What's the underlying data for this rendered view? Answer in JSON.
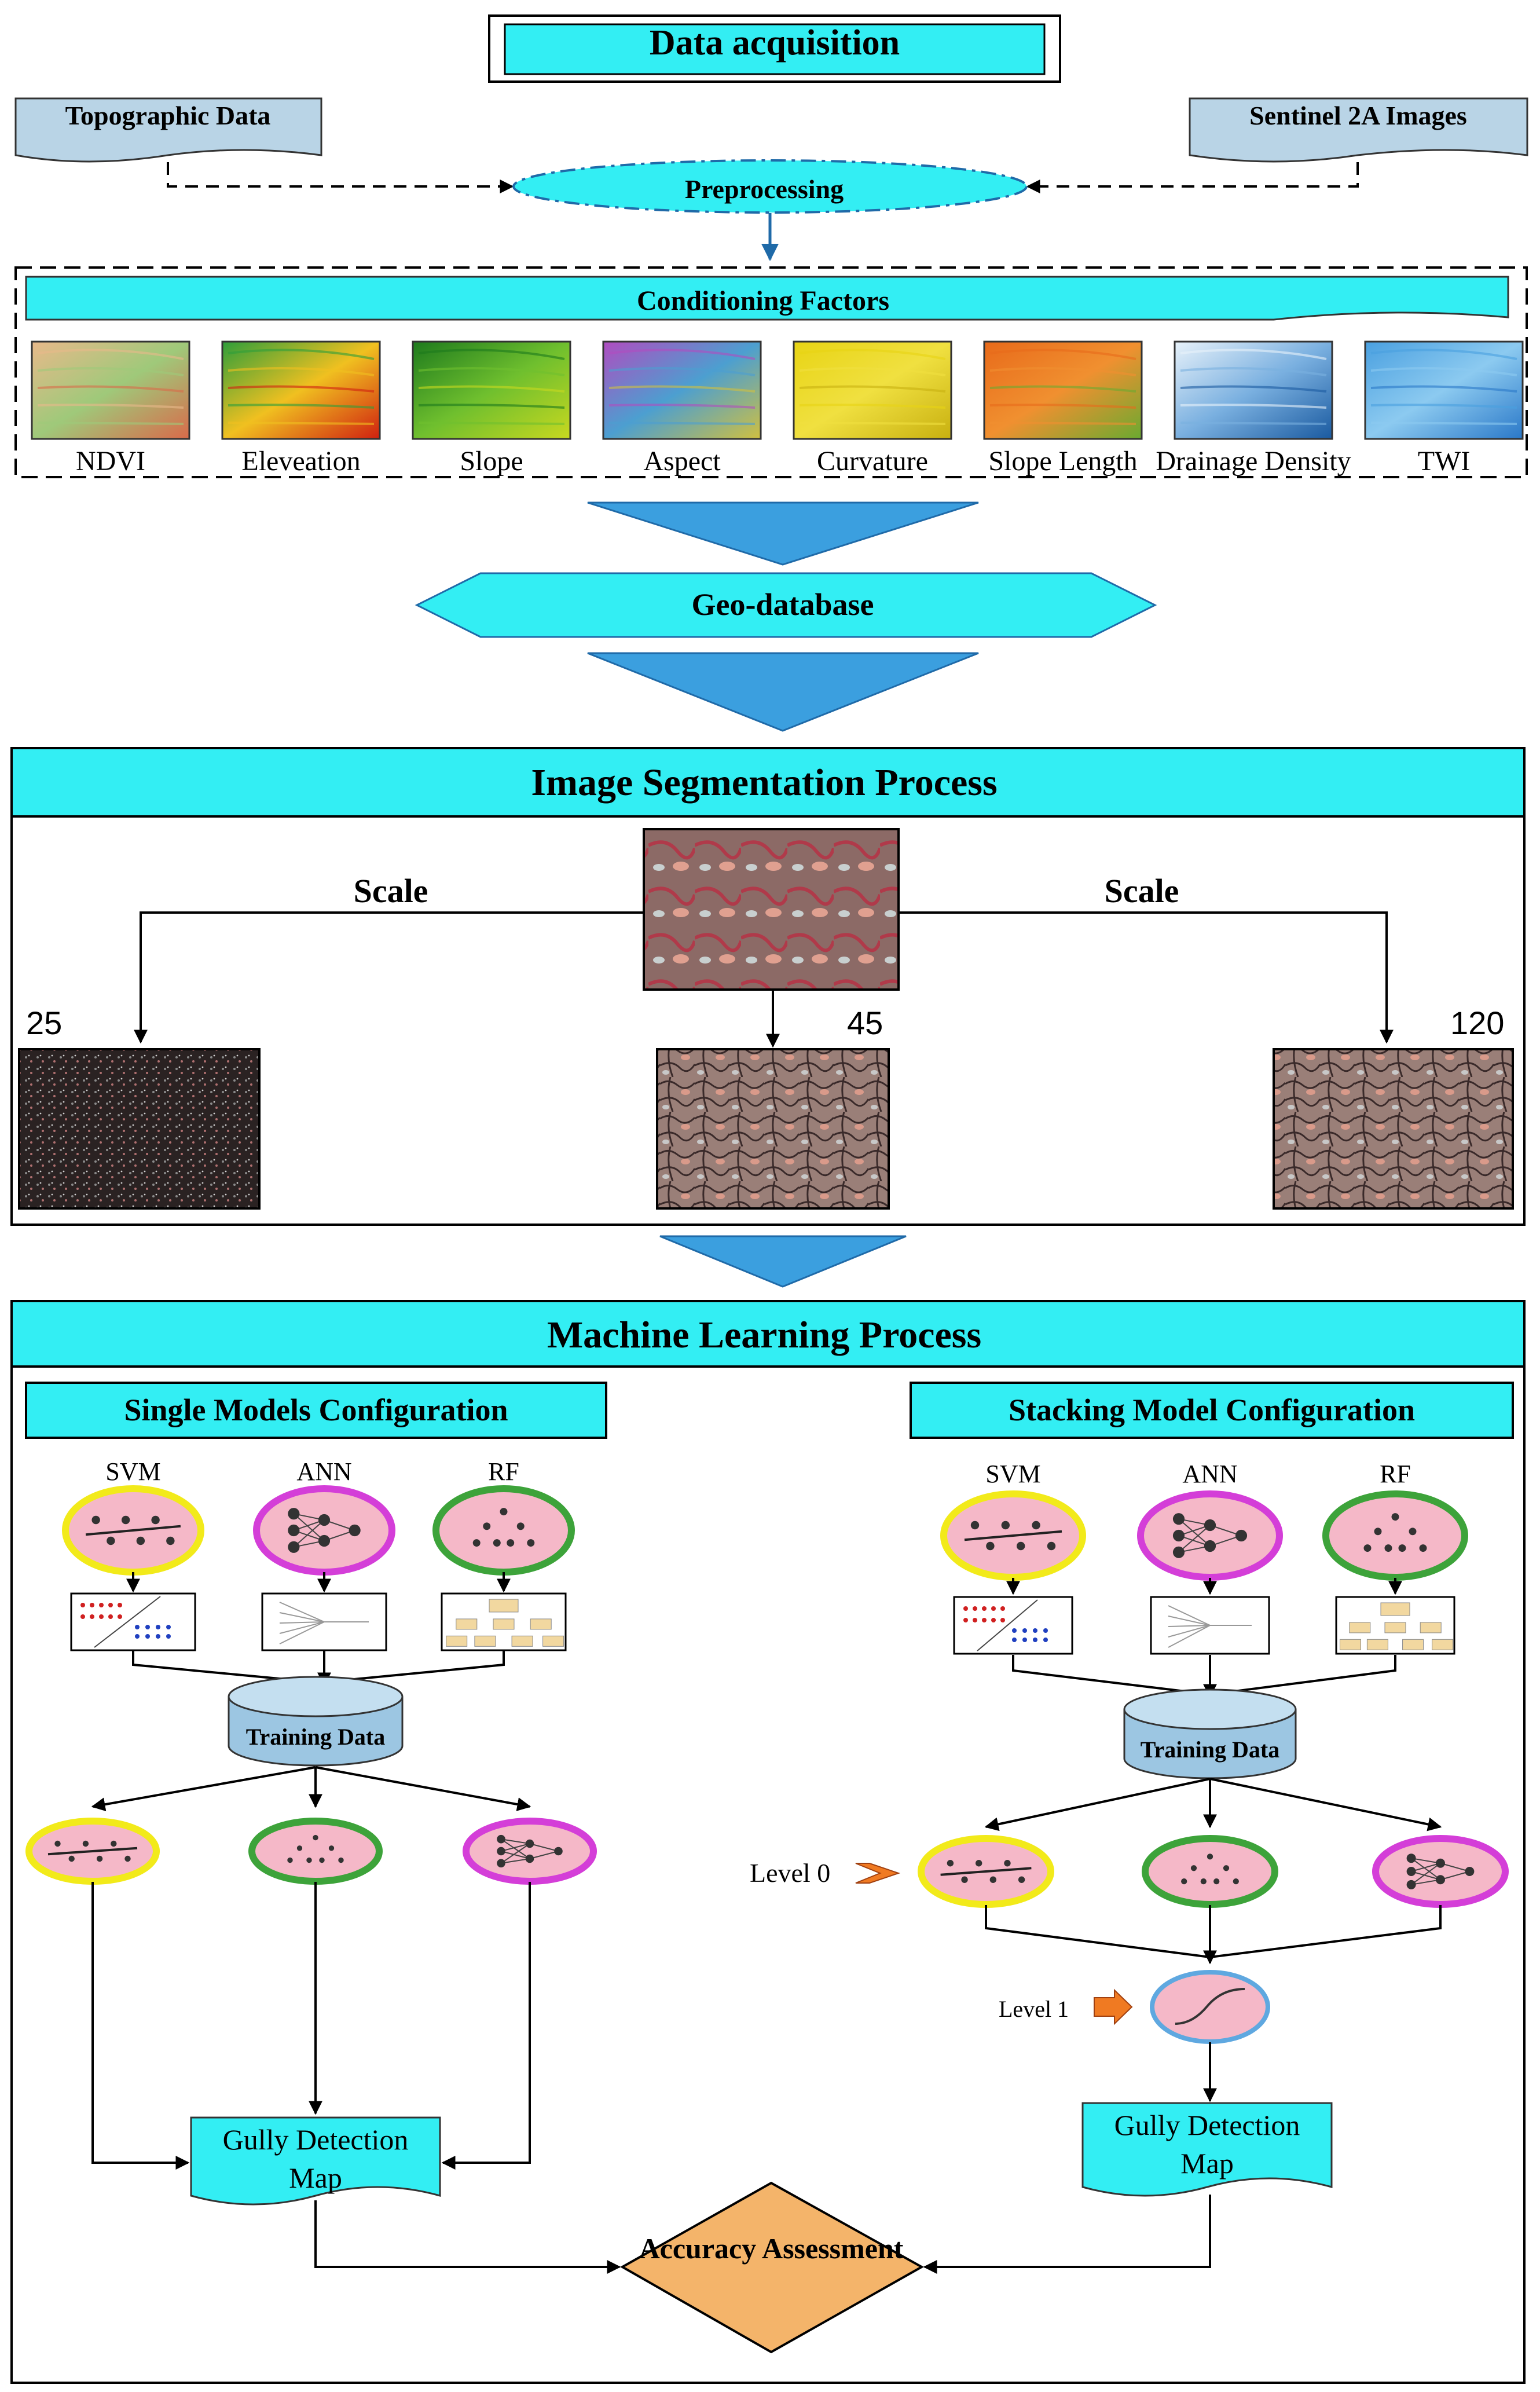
{
  "header": {
    "title": "Data acquisition"
  },
  "inputs": {
    "topographic": "Topographic Data",
    "sentinel": "Sentinel 2A Images",
    "preprocessing": "Preprocessing"
  },
  "factors": {
    "title": "Conditioning Factors",
    "items": [
      {
        "label": "NDVI",
        "colors": [
          "#e8b98a",
          "#9fc97a",
          "#d96a4a"
        ]
      },
      {
        "label": "Eleveation",
        "colors": [
          "#2e9e3a",
          "#f0c020",
          "#d02010"
        ]
      },
      {
        "label": "Slope",
        "colors": [
          "#1d7a1d",
          "#6fbf2e",
          "#c8d820"
        ]
      },
      {
        "label": "Aspect",
        "colors": [
          "#b04cc0",
          "#4c9fd0",
          "#d0c040"
        ]
      },
      {
        "label": "Curvature",
        "colors": [
          "#e8d414",
          "#f0e040",
          "#c8b010"
        ]
      },
      {
        "label": "Slope Length",
        "colors": [
          "#e86a1a",
          "#f09030",
          "#6aaa30"
        ]
      },
      {
        "label": "Drainage Density",
        "colors": [
          "#e8f2fa",
          "#7ab0e0",
          "#1a5aa0"
        ]
      },
      {
        "label": "TWI",
        "colors": [
          "#4aa0e0",
          "#8ccaf0",
          "#2a78c8"
        ]
      }
    ]
  },
  "geodatabase": {
    "label": "Geo-database"
  },
  "segmentation": {
    "title": "Image Segmentation Process",
    "scale_left": "Scale",
    "scale_right": "Scale",
    "scales": [
      "25",
      "45",
      "120"
    ]
  },
  "ml": {
    "title": "Machine Learning Process",
    "single": {
      "title": "Single Models Configuration",
      "models": [
        "SVM",
        "ANN",
        "RF"
      ],
      "training": "Training Data",
      "output": "Gully Detection Map"
    },
    "stacking": {
      "title": "Stacking Model Configuration",
      "models": [
        "SVM",
        "ANN",
        "RF"
      ],
      "training": "Training Data",
      "level0": "Level 0",
      "level1": "Level 1",
      "output": "Gully Detection Map"
    },
    "accuracy": "Accuracy Assessment"
  },
  "colors": {
    "cyan": "#33eef3",
    "cyan_dark": "#1fb0c4",
    "arrow_blue": "#3b9fdf",
    "svm_ring": "#f2ea1a",
    "ann_ring": "#d43ed8",
    "rf_ring": "#3da33a",
    "node_fill": "#f5b8c8",
    "diamond": "#f4b46a",
    "level_arrow": "#f07a22"
  }
}
